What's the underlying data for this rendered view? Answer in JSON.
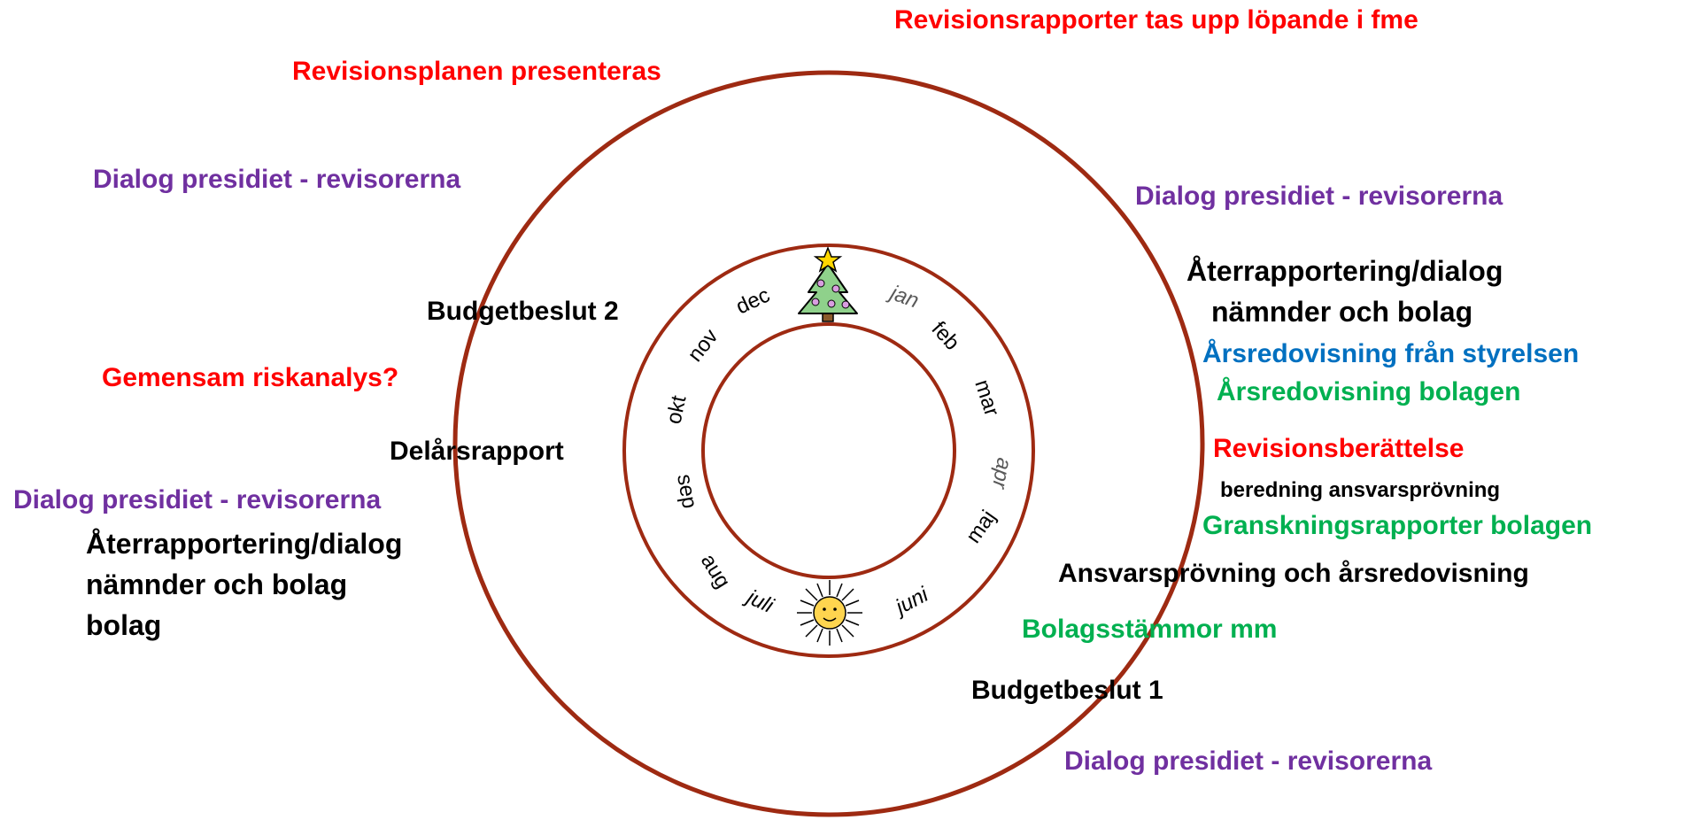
{
  "colors": {
    "ring": "#9e2a12",
    "red": "#ff0000",
    "purple": "#7030a0",
    "blue": "#0070c0",
    "green": "#00b050",
    "black": "#000000"
  },
  "icons": {
    "top": "christmas-tree-icon",
    "bottom": "sun-icon"
  },
  "months": {
    "jan": "jan",
    "feb": "feb",
    "mar": "mar",
    "apr": "apr",
    "maj": "maj",
    "juni": "juni",
    "juli": "juli",
    "aug": "aug",
    "sep": "sep",
    "okt": "okt",
    "nov": "nov",
    "dec": "dec"
  },
  "labels": {
    "revisionsrapporter": "Revisionsrapporter tas upp löpande i fme",
    "revisionsplanen": "Revisionsplanen presenteras",
    "dialog_top_left": "Dialog presidiet - revisorerna",
    "dialog_top_right": "Dialog presidiet - revisorerna",
    "aterrapportering_right_1": "Återrapportering/dialog",
    "aterrapportering_right_2": "nämnder och bolag",
    "arsredovisning_styrelsen": "Årsredovisning från styrelsen",
    "arsredovisning_bolagen": "Årsredovisning bolagen",
    "budgetbeslut_2": "Budgetbeslut 2",
    "gemensam_riskanalys": "Gemensam riskanalys?",
    "delarsrapport": "Delårsrapport",
    "dialog_left": "Dialog presidiet - revisorerna",
    "aterrapportering_left_1": "Återrapportering/dialog",
    "aterrapportering_left_2": "nämnder och bolag",
    "aterrapportering_left_3": "bolag",
    "revisionsberattelse": "Revisionsberättelse",
    "beredning": "beredning ansvarsprövning",
    "granskningsrapporter": "Granskningsrapporter bolagen",
    "ansvarsprovning": "Ansvarsprövning och årsredovisning",
    "bolagsstammor": "Bolagsstämmor mm",
    "budgetbeslut_1": "Budgetbeslut 1",
    "dialog_bottom_right": "Dialog presidiet - revisorerna"
  }
}
